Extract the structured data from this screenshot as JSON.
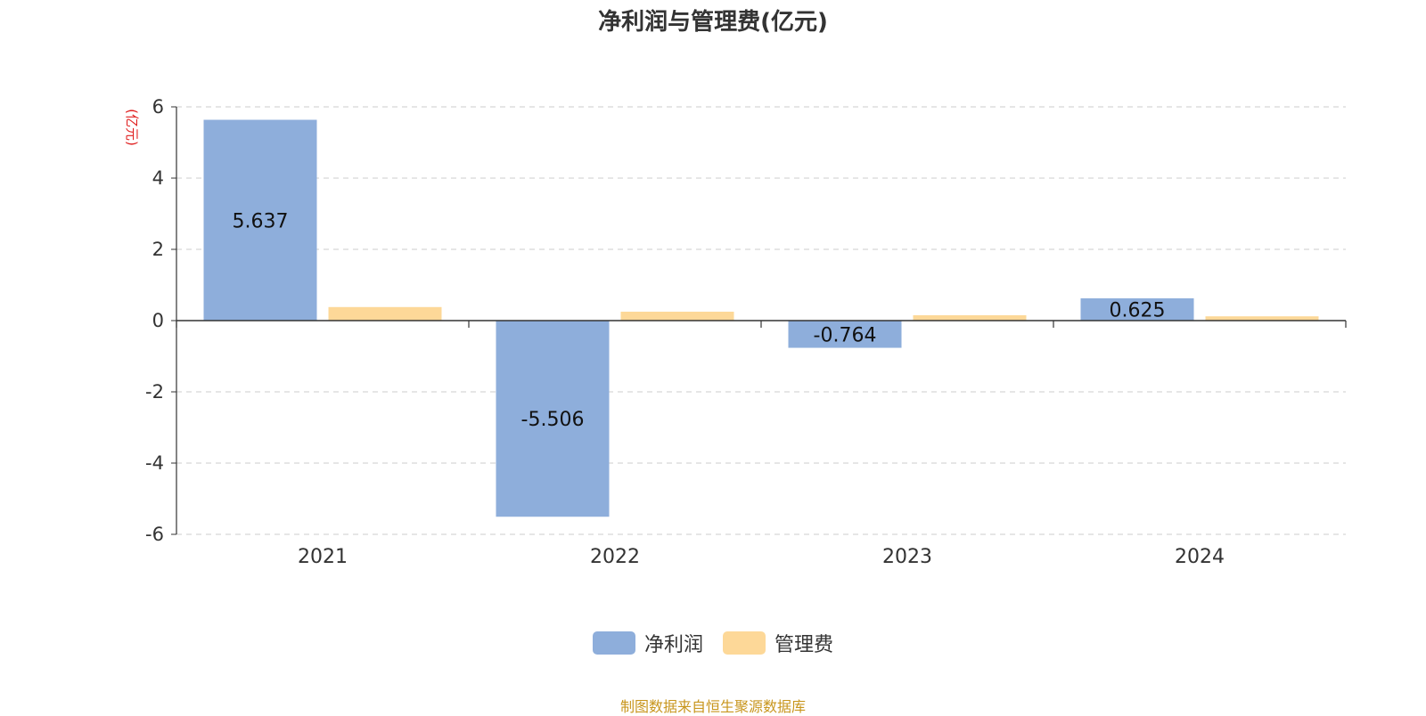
{
  "chart_data": {
    "type": "bar",
    "title": "净利润与管理费(亿元)",
    "ylabel": "(亿元)",
    "xlabel": "",
    "categories": [
      "2021",
      "2022",
      "2023",
      "2024"
    ],
    "series": [
      {
        "name": "净利润",
        "values": [
          5.637,
          -5.506,
          -0.764,
          0.625
        ],
        "color": "#8eaedb",
        "labels": [
          "5.637",
          "-5.506",
          "-0.764",
          "0.625"
        ]
      },
      {
        "name": "管理费",
        "values": [
          0.38,
          0.25,
          0.15,
          0.12
        ],
        "color": "#fdd898"
      }
    ],
    "ylim": [
      -6,
      6
    ],
    "yticks": [
      6,
      4,
      2,
      0,
      -2,
      -4,
      -6
    ],
    "ytick_labels": [
      "6",
      "4",
      "2",
      "0",
      "-2",
      "-4",
      "-6"
    ],
    "grid": true,
    "legend_position": "bottom-center"
  },
  "footer": {
    "source": "制图数据来自恒生聚源数据库"
  },
  "colors": {
    "axis": "#333333",
    "grid": "#cccccc",
    "ylabel": "#e02020",
    "text": "#333333"
  }
}
